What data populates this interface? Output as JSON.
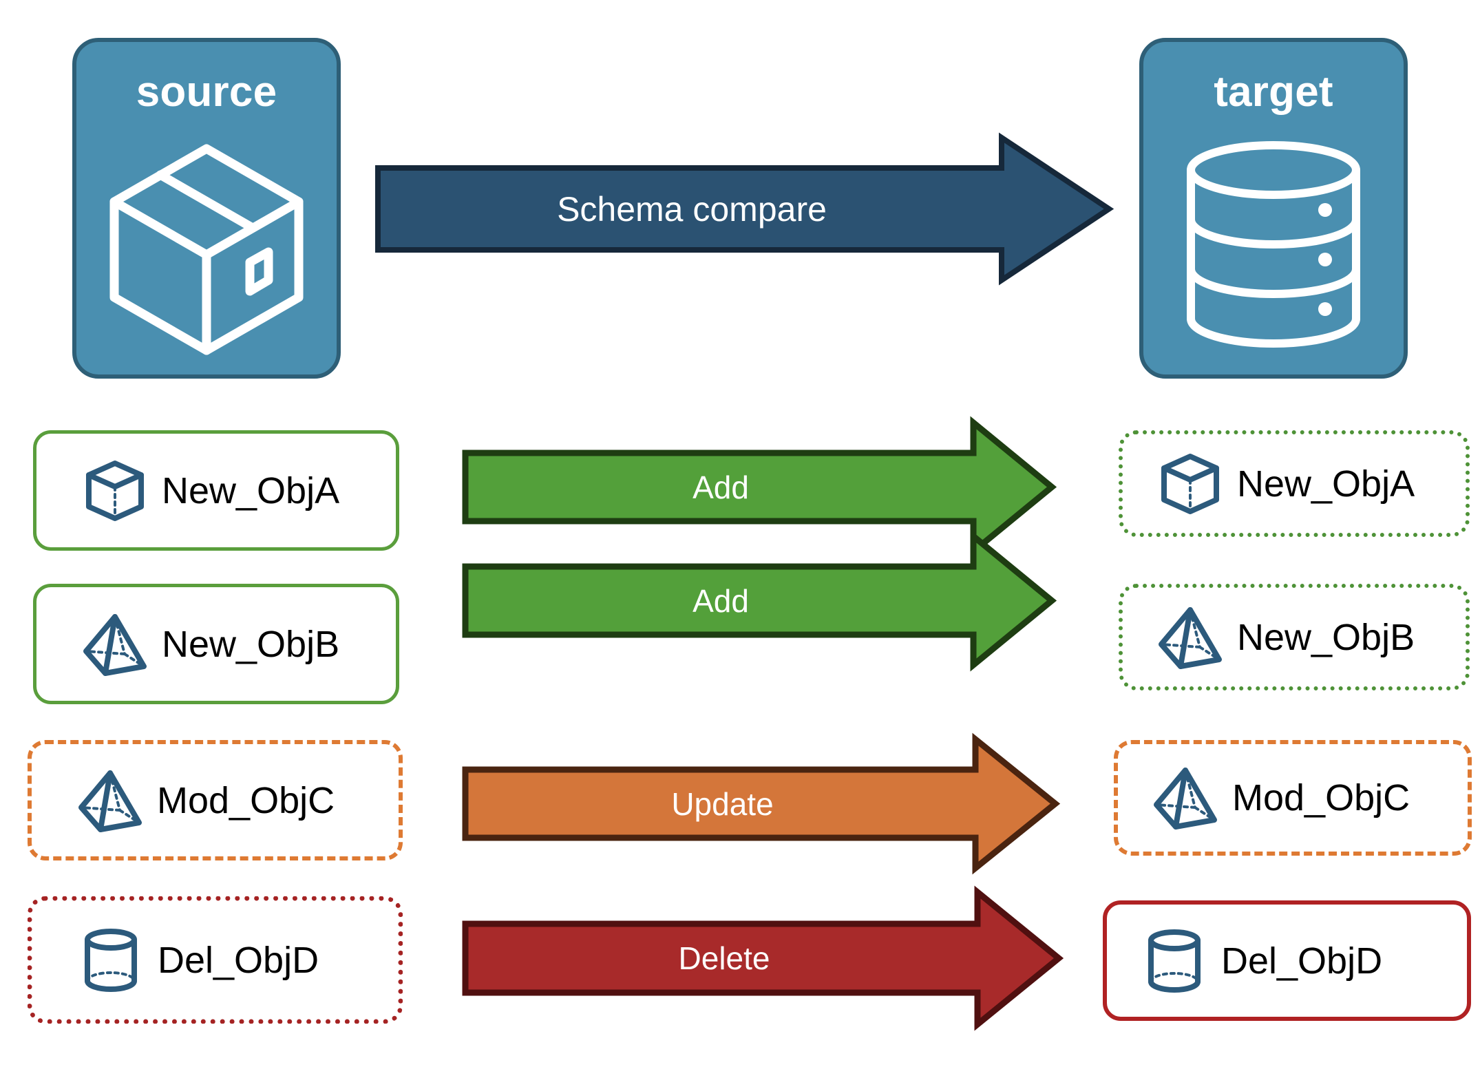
{
  "diagram": {
    "title": "Schema compare",
    "colors": {
      "endpoint_fill": "#4A8FB0",
      "endpoint_border": "#2E5F77",
      "compare_arrow_fill": "#2B5272",
      "compare_arrow_border": "#16283A",
      "add_fill": "#53A03A",
      "add_border": "#1E3D12",
      "update_fill": "#D4763A",
      "update_border": "#4A2410",
      "delete_fill": "#A82A2A",
      "delete_border": "#501010",
      "green": "#5A9E3C",
      "orange": "#DE7A33",
      "red": "#B02223",
      "object_icon": "#2C5A7C"
    }
  },
  "endpoints": {
    "source": {
      "label": "source",
      "icon": "package-box-icon"
    },
    "target": {
      "label": "target",
      "icon": "database-cylinder-icon"
    }
  },
  "compare": {
    "label": "Schema compare",
    "icon": "right-arrow-icon"
  },
  "rows": [
    {
      "action": "Add",
      "action_key": "add",
      "source": {
        "label": "New_ObjA",
        "icon": "cube-icon",
        "border": "solid-green"
      },
      "target": {
        "label": "New_ObjA",
        "icon": "cube-icon",
        "border": "dotted-green"
      }
    },
    {
      "action": "Add",
      "action_key": "add",
      "source": {
        "label": "New_ObjB",
        "icon": "pyramid-icon",
        "border": "solid-green"
      },
      "target": {
        "label": "New_ObjB",
        "icon": "pyramid-icon",
        "border": "dotted-green"
      }
    },
    {
      "action": "Update",
      "action_key": "update",
      "source": {
        "label": "Mod_ObjC",
        "icon": "pyramid-icon",
        "border": "dashed-orange"
      },
      "target": {
        "label": "Mod_ObjC",
        "icon": "pyramid-icon",
        "border": "dashed-orange"
      }
    },
    {
      "action": "Delete",
      "action_key": "delete",
      "source": {
        "label": "Del_ObjD",
        "icon": "cylinder-icon",
        "border": "dotted-red"
      },
      "target": {
        "label": "Del_ObjD",
        "icon": "cylinder-icon",
        "border": "solid-red"
      }
    }
  ]
}
